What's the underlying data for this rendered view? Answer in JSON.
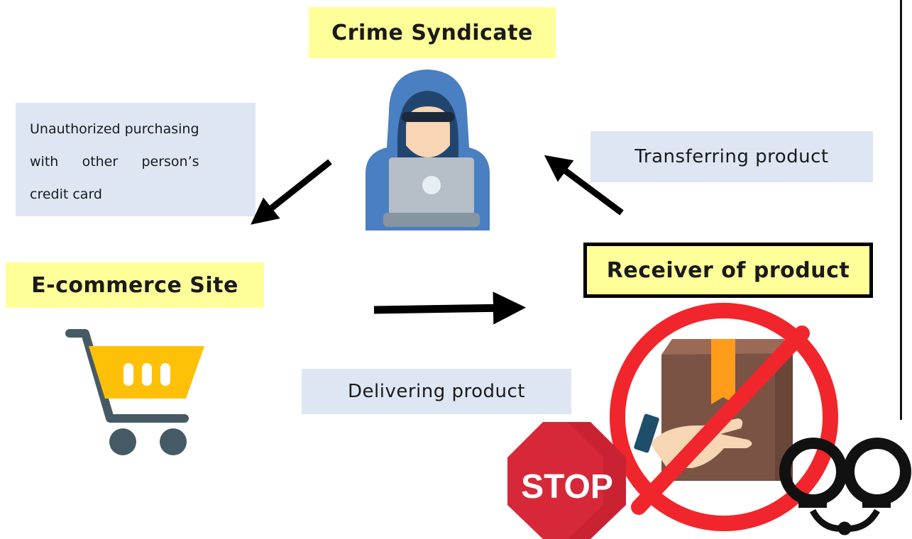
{
  "diagram": {
    "nodes": {
      "crime_syndicate": {
        "label": "Crime Syndicate"
      },
      "ecommerce_site": {
        "label": "E-commerce Site"
      },
      "receiver": {
        "label": "Receiver of product"
      }
    },
    "edges": {
      "unauthorized": {
        "lines": [
          "Unauthorized purchasing",
          "with other person’s",
          "credit card"
        ]
      },
      "transferring": {
        "label": "Transferring product"
      },
      "delivering": {
        "label": "Delivering product"
      }
    },
    "stop_sign": {
      "text": "STOP"
    }
  },
  "colors": {
    "label_yellow": "#ffff99",
    "box_blue": "#dfe6f3",
    "hood_blue": "#4a7fc1",
    "cart_yellow": "#ffc107",
    "prohibit_red": "#f0262c",
    "stop_red": "#d62839"
  }
}
